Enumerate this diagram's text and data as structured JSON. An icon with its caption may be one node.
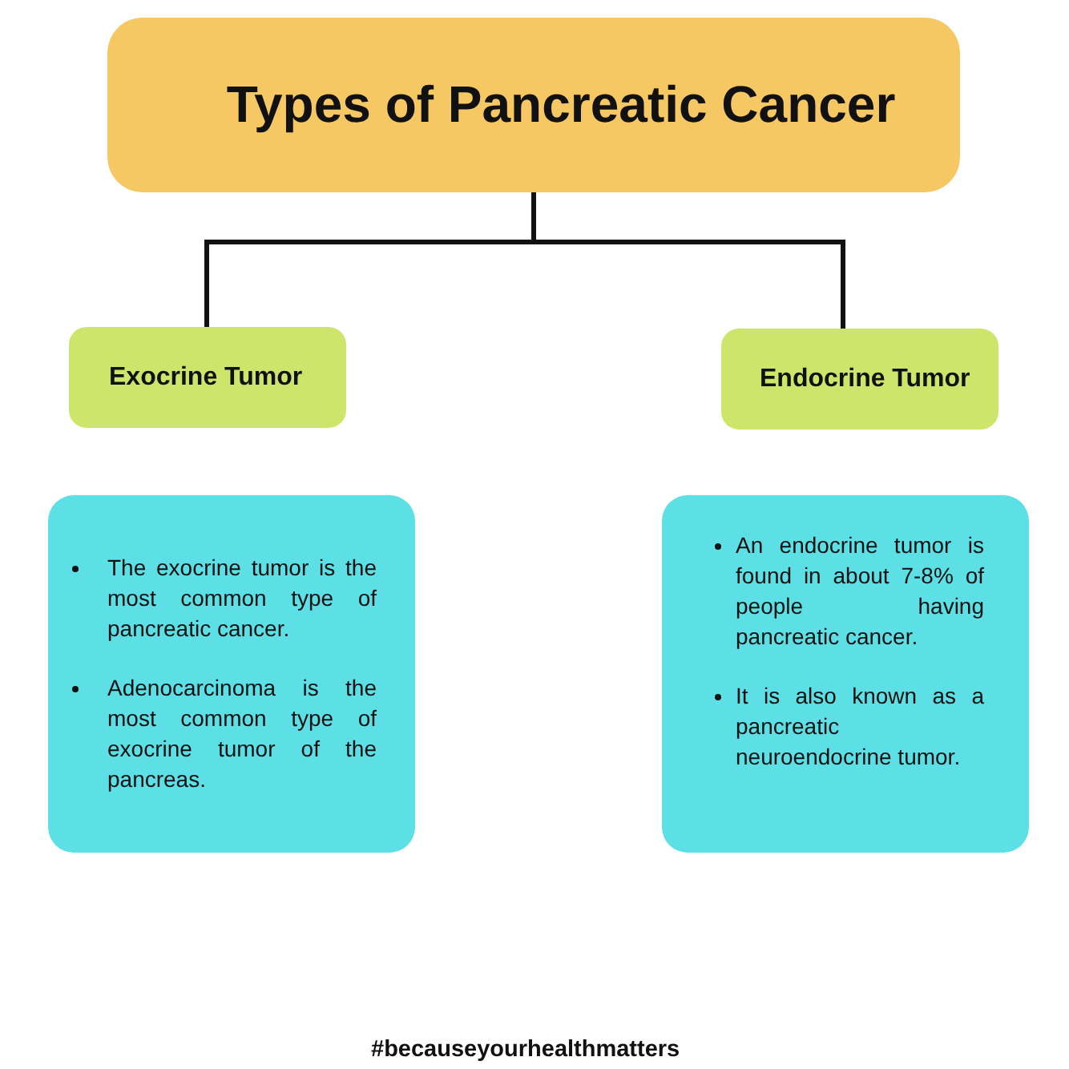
{
  "diagram": {
    "nodes": [
      {
        "text": [
          "Types of Pancreatic Cancer"
        ]
      },
      {
        "text": [
          "Exocrine Tumor"
        ]
      },
      {
        "text": [
          "Endocrine Tumor"
        ]
      },
      {
        "text": [
          "The exocrine tumor is the most common type of pancreatic cancer.",
          "Adenocarcinoma is the most common type of exocrine tumor of the pancreas."
        ]
      },
      {
        "text": [
          "An endocrine tumor is found in about 7-8% of people having pancreatic cancer.",
          "It is also known as a pancreatic neuroendocrine tumor."
        ]
      }
    ],
    "edges": [
      {
        "from": 0,
        "to": 1,
        "arrow": "none"
      },
      {
        "from": 0,
        "to": 2,
        "arrow": "none"
      }
    ],
    "labels": [
      "#becauseyourhealthmatters"
    ]
  }
}
